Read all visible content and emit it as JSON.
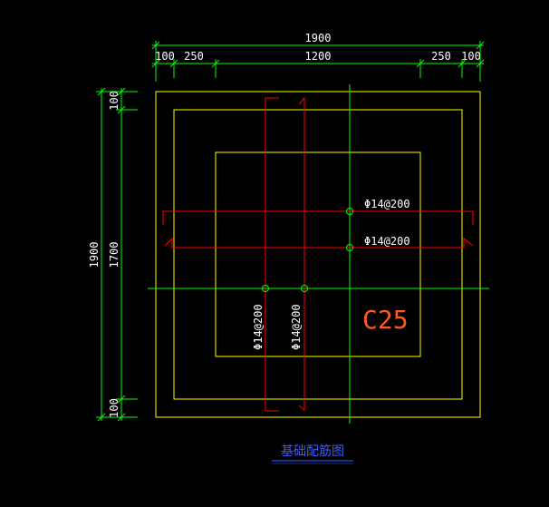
{
  "drawing": {
    "title": "基础配筋图",
    "concrete_grade": "C25",
    "top_dims": {
      "overall": "1900",
      "left_edge": "100",
      "left_offset": "250",
      "middle": "1200",
      "right_offset": "250",
      "right_edge": "100"
    },
    "left_dims": {
      "overall": "1900",
      "top_edge": "100",
      "middle": "1700",
      "bottom_edge": "100"
    },
    "rebar_labels": {
      "h1": "Φ14@200",
      "h2": "Φ14@200",
      "v1": "Φ14@200",
      "v2": "Φ14@200"
    },
    "colors": {
      "background": "#000000",
      "dimension": "#00ff00",
      "outline": "#ffff00",
      "rebar": "#ff0000",
      "grade": "#ff5a1e",
      "title": "#3b5cff"
    }
  }
}
